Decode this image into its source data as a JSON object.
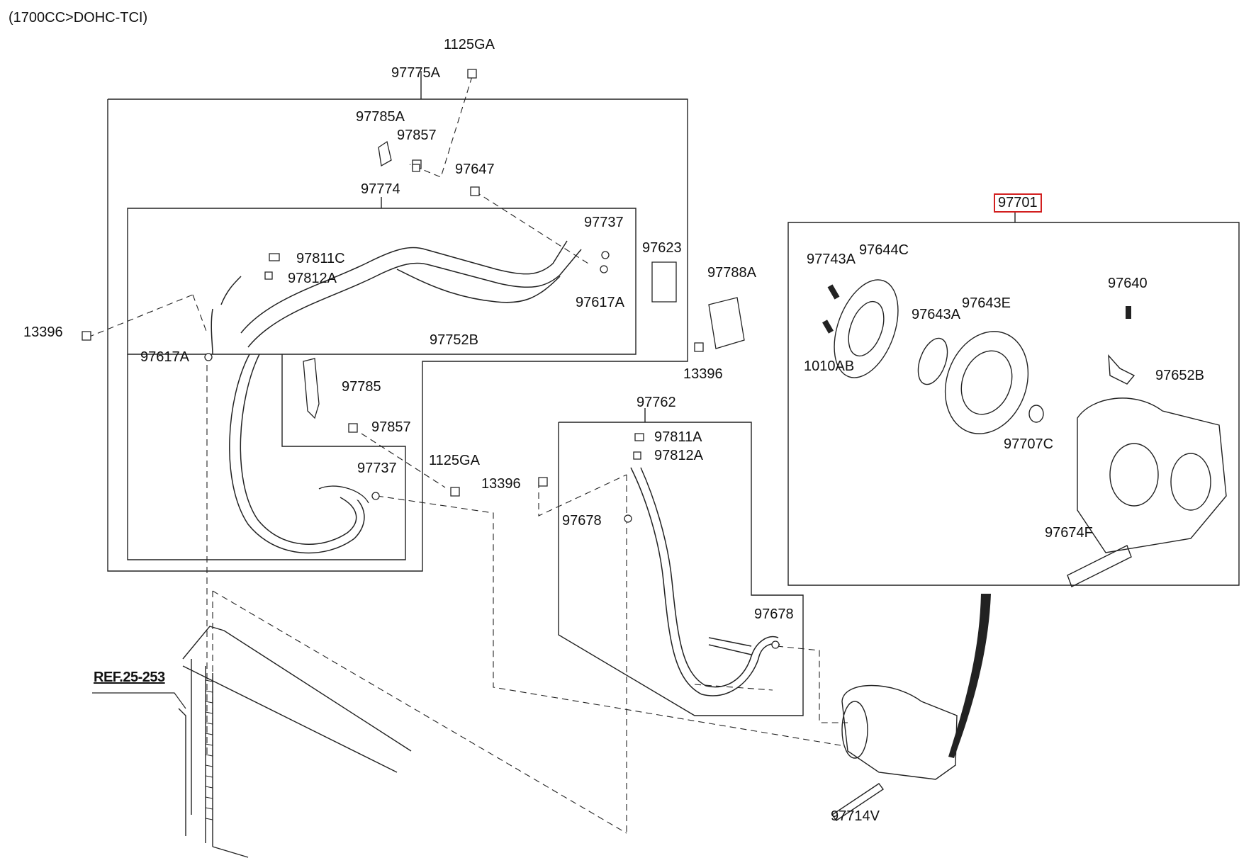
{
  "header": {
    "engine_code": "(1700CC>DOHC-TCI)"
  },
  "assemblies": {
    "hose_assembly": "97775A",
    "suction_tube": "97774",
    "liquid_tube": "97762",
    "compressor": "97701"
  },
  "parts": {
    "p_1125ga_top": "1125GA",
    "p_97785a": "97785A",
    "p_97857_top": "97857",
    "p_97647": "97647",
    "p_97737_top": "97737",
    "p_97617a_right": "97617A",
    "p_97623": "97623",
    "p_97788a": "97788A",
    "p_13396_mid": "13396",
    "p_97811c": "97811C",
    "p_97812a_top": "97812A",
    "p_97752b": "97752B",
    "p_13396_left": "13396",
    "p_97617a_left": "97617A",
    "p_97785": "97785",
    "p_97857_mid": "97857",
    "p_97737_low": "97737",
    "p_1125ga_low": "1125GA",
    "p_13396_low": "13396",
    "p_97811a": "97811A",
    "p_97812a_low": "97812A",
    "p_97678_a": "97678",
    "p_97678_b": "97678",
    "p_97743a": "97743A",
    "p_97644c": "97644C",
    "p_1010ab": "1010AB",
    "p_97643a": "97643A",
    "p_97643e": "97643E",
    "p_97640": "97640",
    "p_97652b": "97652B",
    "p_97707c": "97707C",
    "p_97674f": "97674F",
    "p_97714v": "97714V"
  },
  "reference": {
    "condenser_ref": "REF.25-253"
  },
  "colors": {
    "line": "#222222",
    "highlight": "#d21f1f",
    "background": "#ffffff"
  }
}
